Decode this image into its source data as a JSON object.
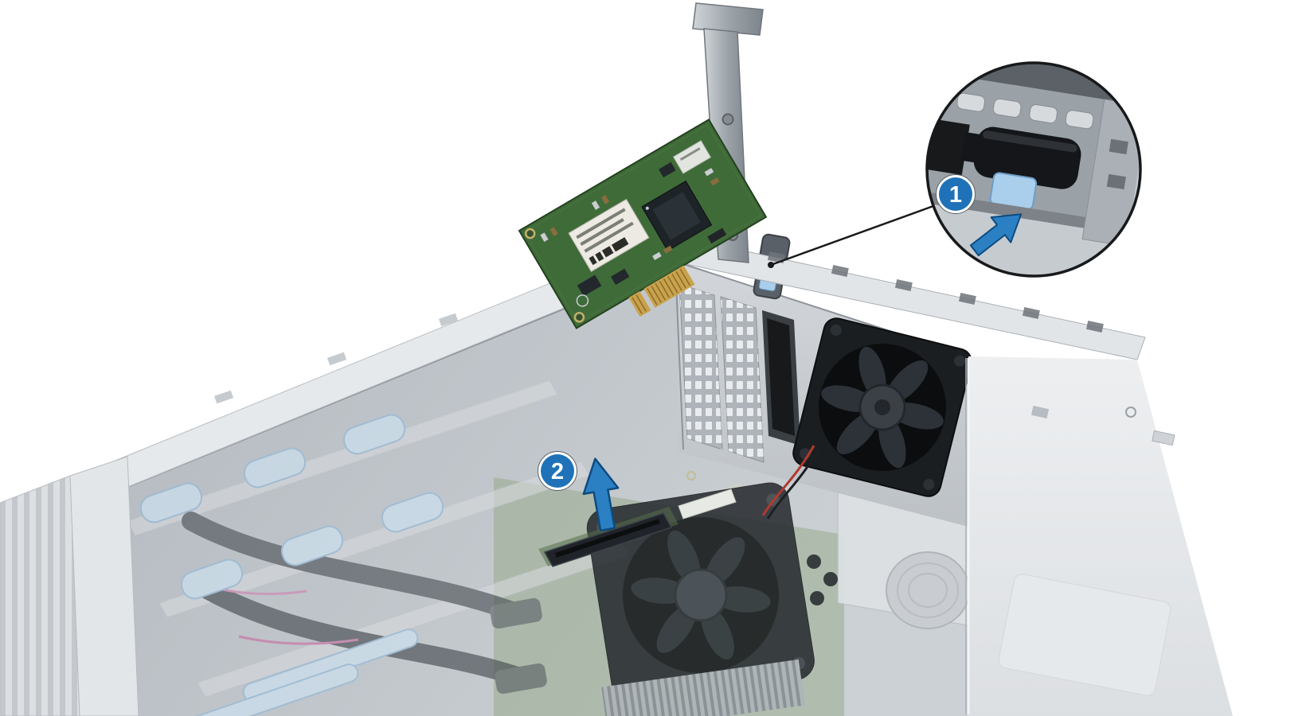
{
  "figure": {
    "steps": [
      {
        "id": 1,
        "label": "1"
      },
      {
        "id": 2,
        "label": "2"
      }
    ],
    "colors": {
      "accent_blue": "#2b80c3",
      "accent_blue_dark": "#0d4b80",
      "badge_blue": "#1f72b8",
      "latch_tab_blue": "#a9cfec",
      "pcb_green": "#3f6b39",
      "gold": "#c9a24c",
      "chassis_light": "#e9ecee",
      "chassis_mid": "#c7ccd1",
      "chassis_dark": "#8d939a",
      "fan_black": "#1b1e21",
      "outline_black": "#17191b"
    },
    "icons": {
      "step1_arrow": "press-latch-arrow-icon",
      "step2_arrow": "lift-card-arrow-icon",
      "callout": "magnified-detail-circle"
    }
  }
}
